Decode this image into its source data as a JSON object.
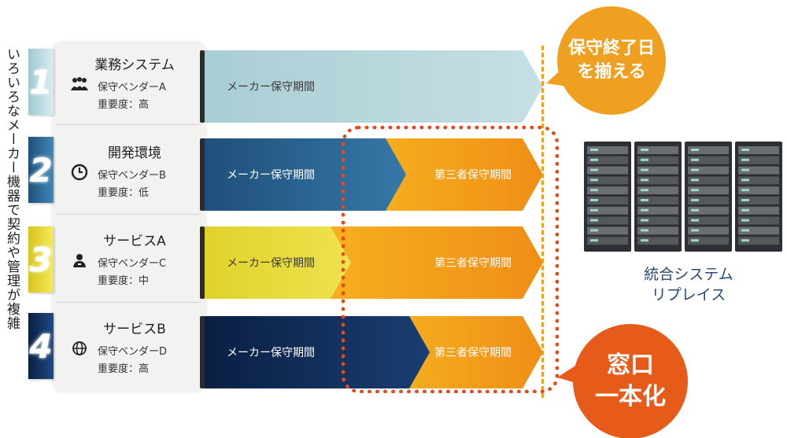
{
  "side_label": "いろいろなメーカー機器で契約や管理が複雑",
  "rows": [
    {
      "number": "1",
      "title": "業務システム",
      "vendor": "保守ベンダーA",
      "importance": "重要度：高",
      "icon": "people-icon",
      "maker_label": "メーカー保守期間",
      "third_label": ""
    },
    {
      "number": "2",
      "title": "開発環境",
      "vendor": "保守ベンダーB",
      "importance": "重要度：低",
      "icon": "clock-icon",
      "maker_label": "メーカー保守期間",
      "third_label": "第三者保守期間"
    },
    {
      "number": "3",
      "title": "サービスA",
      "vendor": "保守ベンダーC",
      "importance": "重要度：中",
      "icon": "user-icon",
      "maker_label": "メーカー保守期間",
      "third_label": "第三者保守期間"
    },
    {
      "number": "4",
      "title": "サービスB",
      "vendor": "保守ベンダーD",
      "importance": "重要度：高",
      "icon": "globe-icon",
      "maker_label": "メーカー保守期間",
      "third_label": "第三者保守期間"
    }
  ],
  "callouts": {
    "end_date": {
      "line1": "保守終了日",
      "line2": "を揃える"
    },
    "single_window": {
      "line1": "窓口",
      "line2": "一本化"
    }
  },
  "server": {
    "line1": "統合システム",
    "line2": "リプレイス"
  },
  "colors": {
    "row1": "#bcd8de",
    "row2": "#2e6a9a",
    "row3": "#e8dc3a",
    "row4": "#0e2d5c",
    "third_party": "#f39a1e",
    "callout_orange": "#f0a020",
    "callout_red": "#e65a1a"
  }
}
